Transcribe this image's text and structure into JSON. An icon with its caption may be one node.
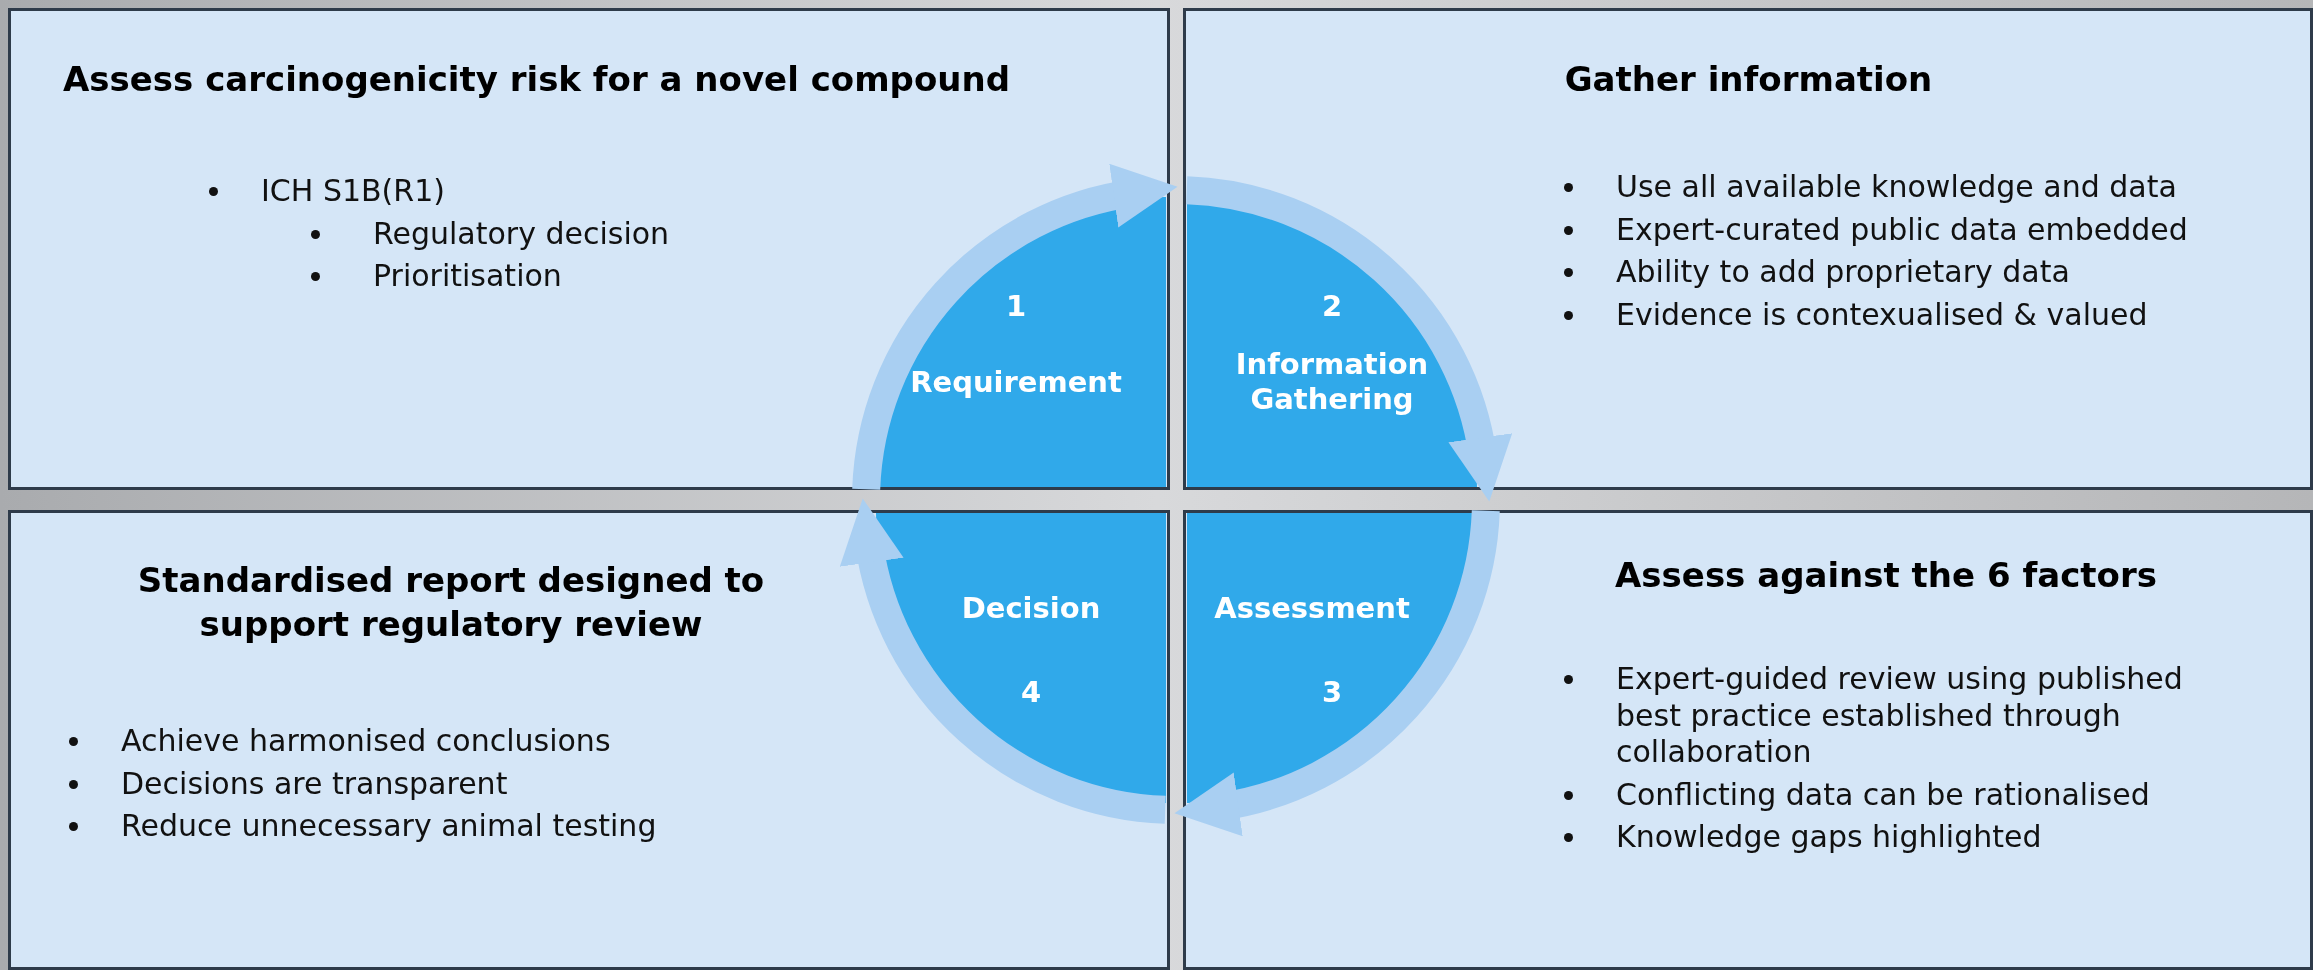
{
  "diagram": {
    "nodes": [
      {
        "text": [
          "Assess carcinogenicity risk for a novel compound",
          "ICH S1B(R1)",
          "Regulatory decision",
          "Prioritisation"
        ]
      },
      {
        "text": [
          "Gather information",
          "Use all available knowledge and data",
          "Expert-curated public data embedded",
          "Ability to add proprietary data",
          "Evidence is contexualised & valued"
        ]
      },
      {
        "text": [
          "Standardised report designed to support regulatory review",
          "Achieve harmonised conclusions",
          "Decisions are transparent",
          "Reduce unnecessary animal testing"
        ]
      },
      {
        "text": [
          "Assess against the 6 factors",
          "Expert-guided review using published best practice established through collaboration",
          "Conflicting data can be rationalised",
          "Knowledge gaps highlighted"
        ]
      },
      {
        "text": [
          "1",
          "Requirement"
        ],
        "in": 0
      },
      {
        "text": [
          "2",
          "Information Gathering"
        ],
        "in": 1
      },
      {
        "text": [
          "Assessment",
          "3"
        ],
        "in": 3
      },
      {
        "text": [
          "Decision",
          "4"
        ],
        "in": 2
      }
    ],
    "edges": [
      {
        "from": 4,
        "to": 5,
        "arrow": "to"
      },
      {
        "from": 5,
        "to": 6,
        "arrow": "to"
      },
      {
        "from": 6,
        "to": 7,
        "arrow": "to"
      },
      {
        "from": 7,
        "to": 4,
        "arrow": "to"
      }
    ]
  }
}
